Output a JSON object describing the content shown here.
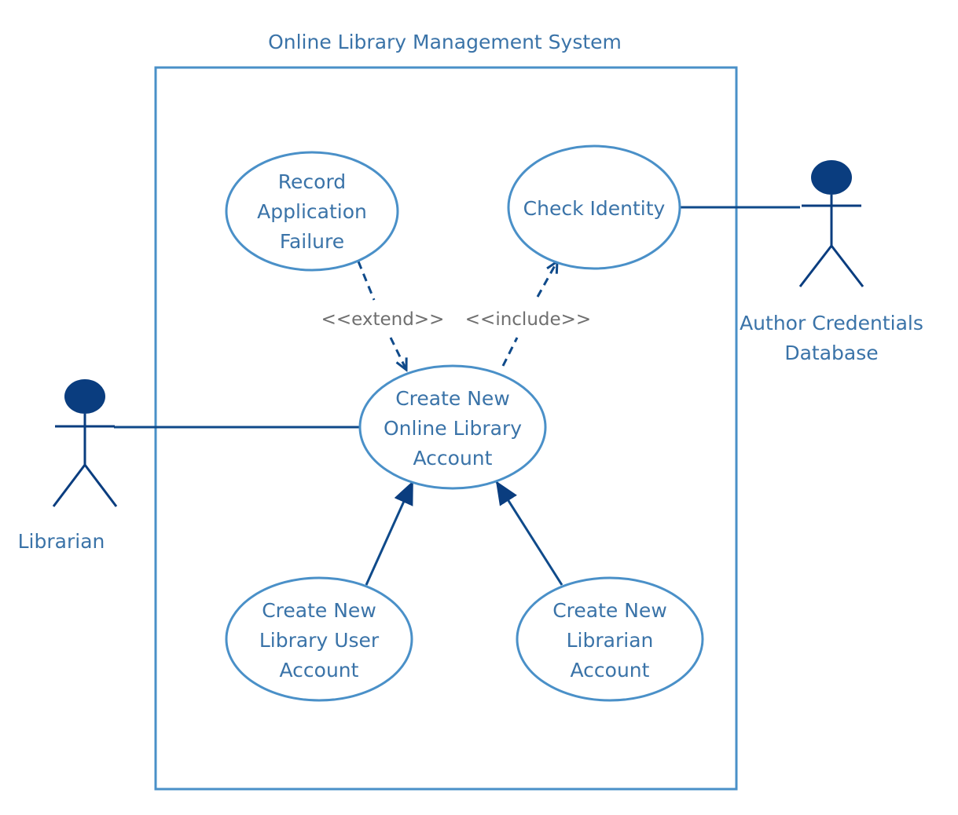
{
  "system": {
    "title": "Online Library Management System"
  },
  "use_cases": {
    "record_failure": [
      "Record",
      "Application",
      "Failure"
    ],
    "check_identity": [
      "Check Identity"
    ],
    "create_online_account": [
      "Create New",
      "Online Library",
      "Account"
    ],
    "create_user_account": [
      "Create New",
      "Library User",
      "Account"
    ],
    "create_librarian_account": [
      "Create New",
      "Librarian",
      "Account"
    ]
  },
  "actors": {
    "librarian": [
      "Librarian"
    ],
    "credentials_db": [
      "Author Credentials",
      "Database"
    ]
  },
  "relationships": {
    "extend_label": "<<extend>>",
    "include_label": "<<include>>"
  },
  "colors": {
    "ellipse_stroke": "#4a90c8",
    "text": "#3a73a8",
    "actor": "#0a3d7f",
    "line": "#0f4a8a",
    "stereotype_text": "#6f6f6f"
  }
}
